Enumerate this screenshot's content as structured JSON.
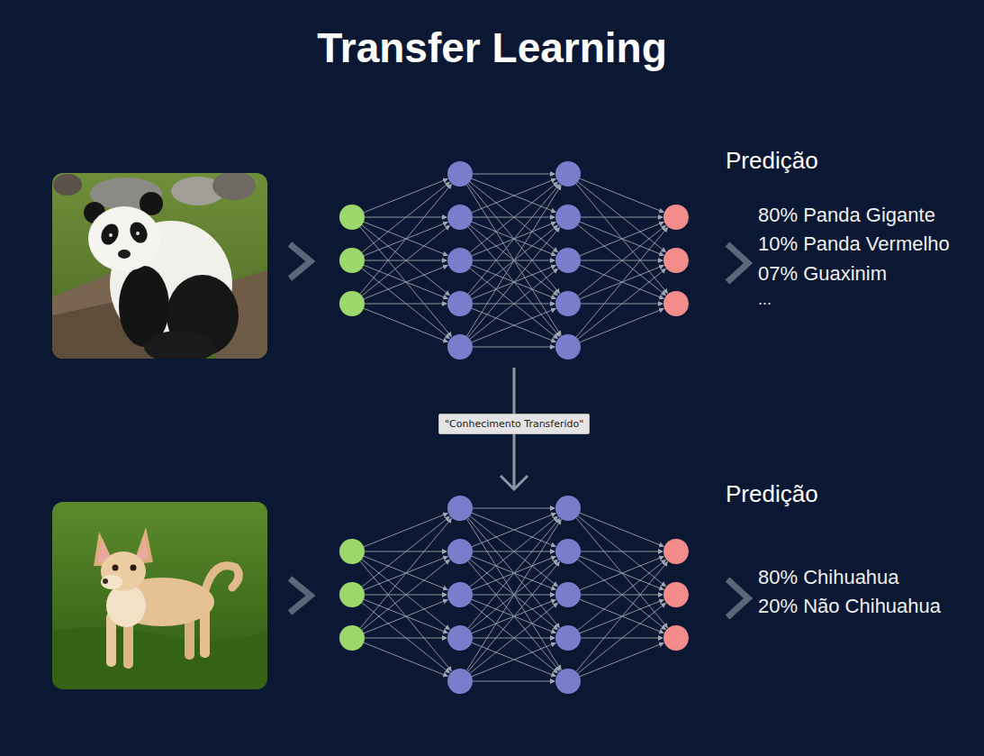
{
  "diagram": {
    "title": "Transfer Learning",
    "nodes": [
      {
        "text": [
          "\"Conhecimento Transferido\""
        ]
      }
    ],
    "labels": [
      "Predição",
      "80% Panda Gigante",
      "10% Panda Vermelho",
      "07% Guaxinim",
      "...",
      "Predição",
      "80% Chihuahua",
      "20% Não Chihuahua"
    ]
  }
}
